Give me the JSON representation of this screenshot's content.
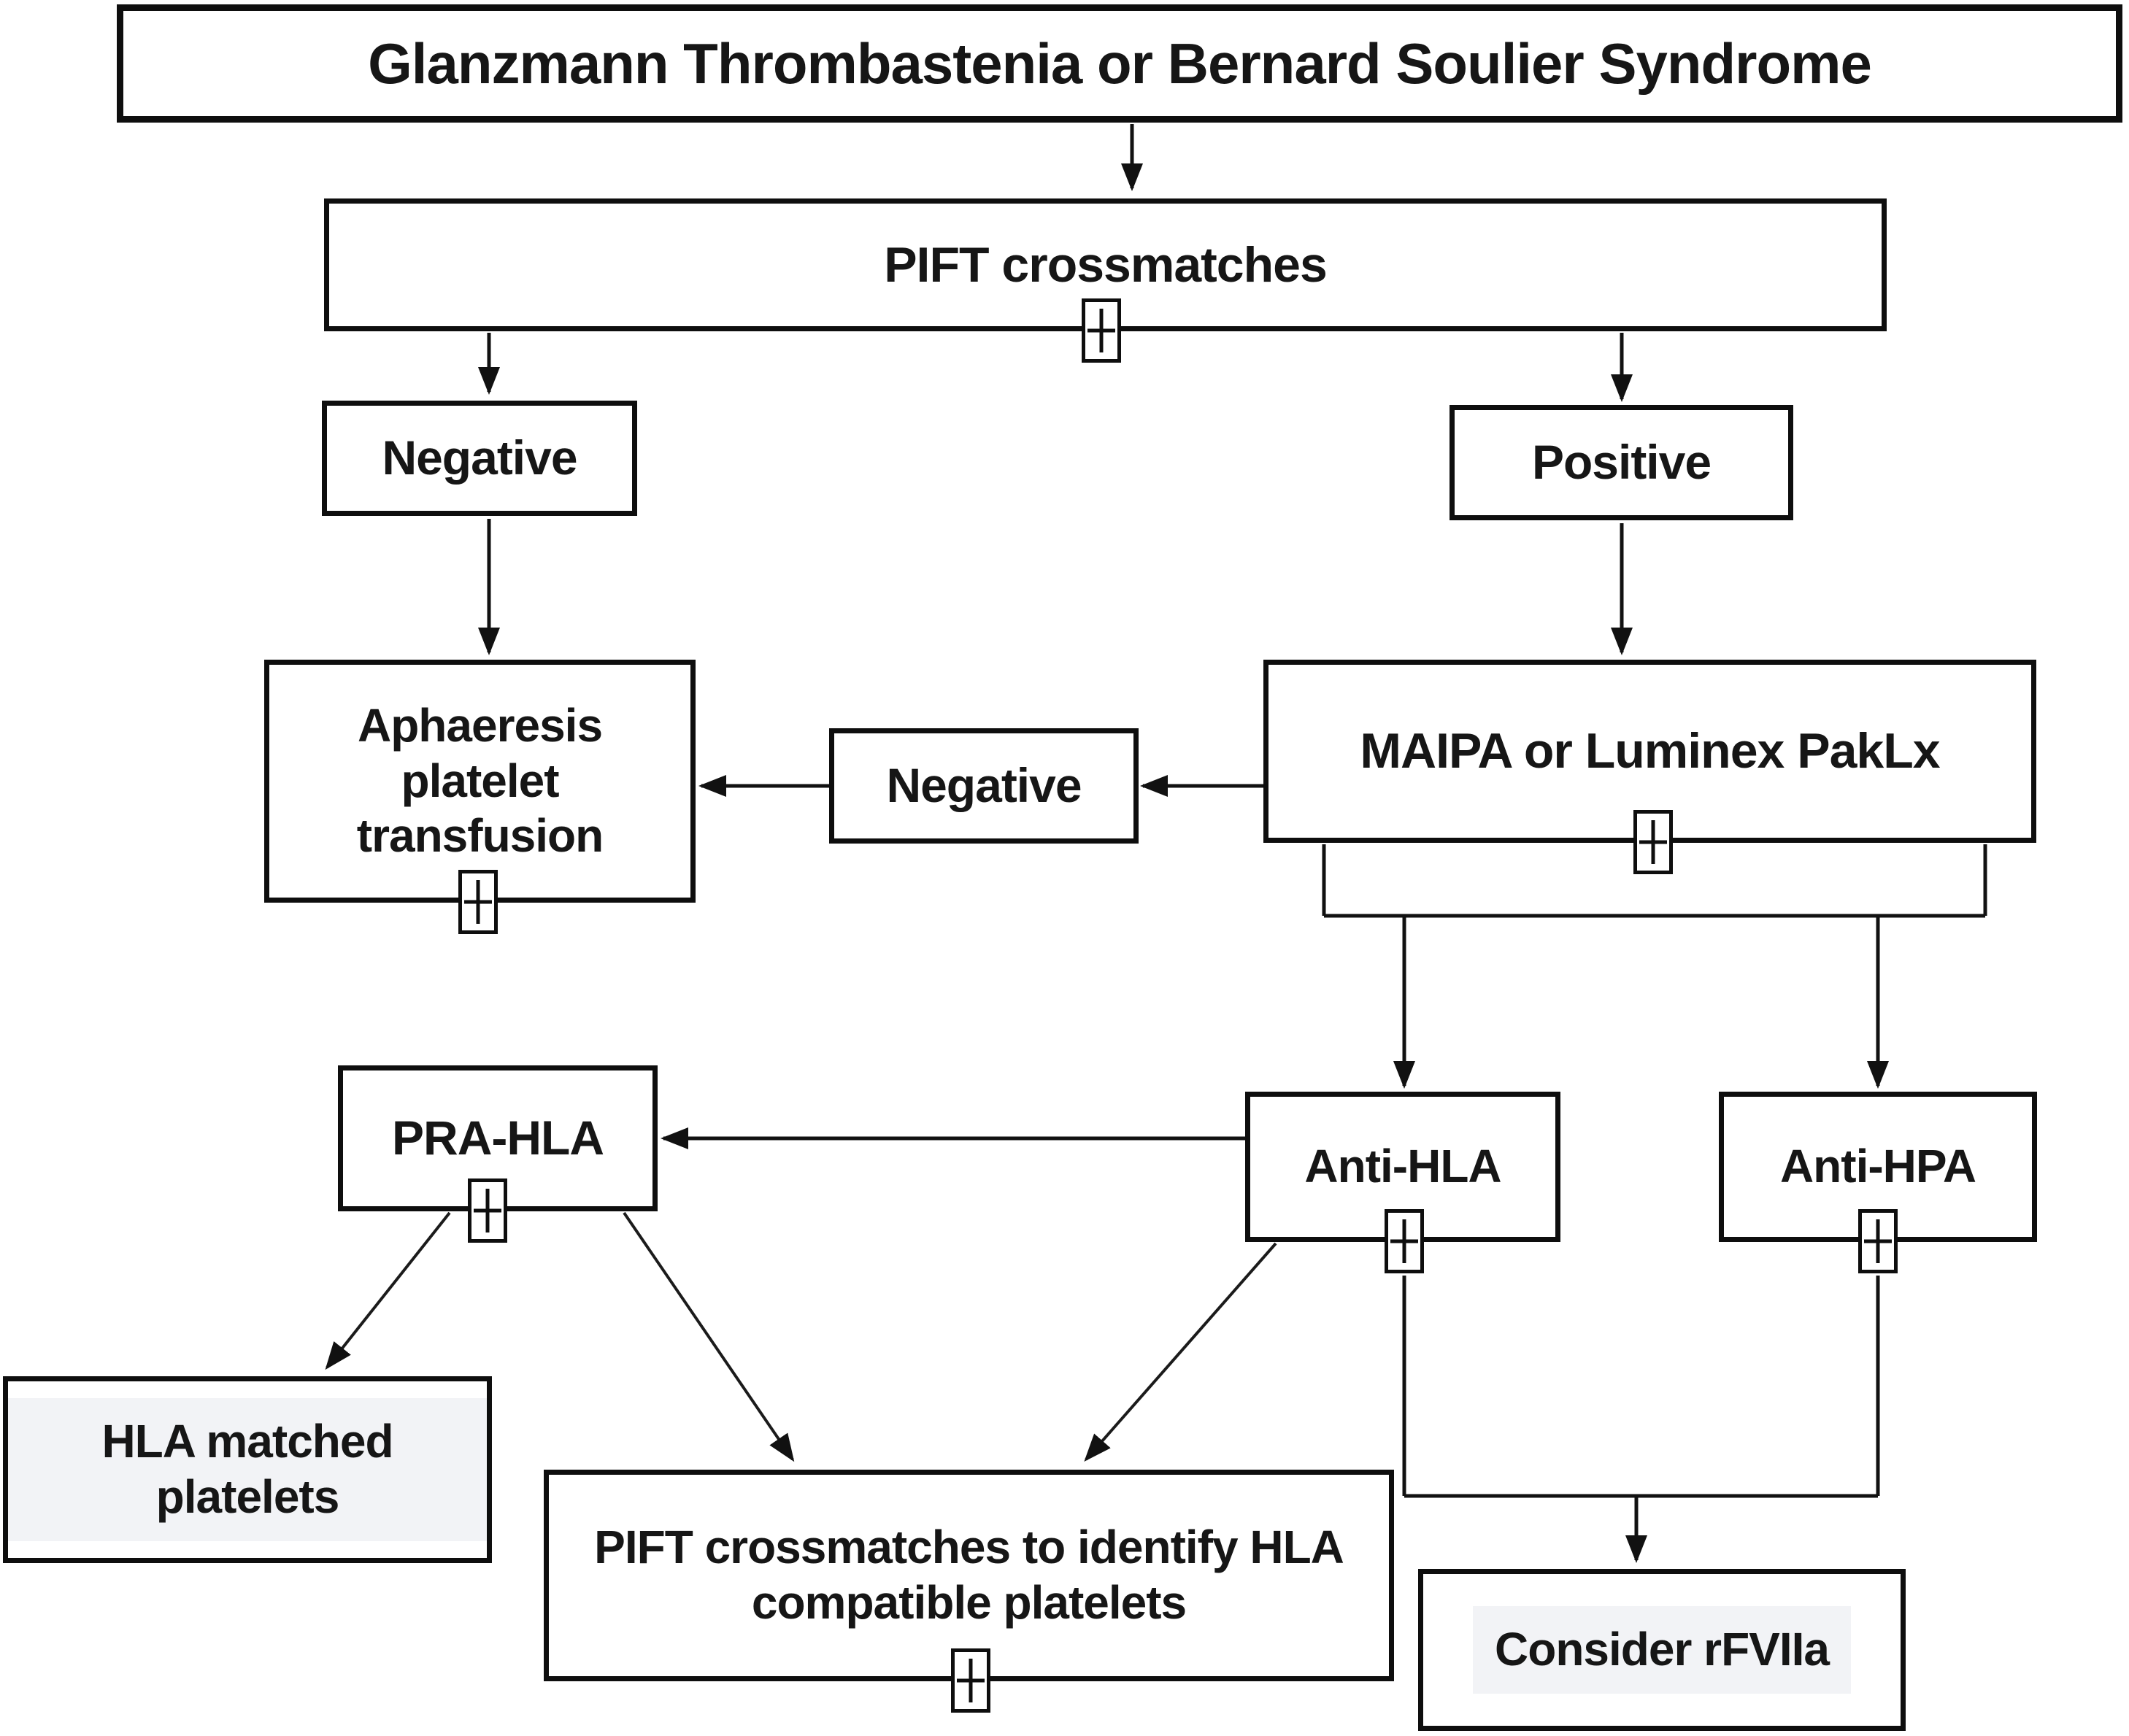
{
  "diagram": {
    "type": "flowchart",
    "colors": {
      "background": "#ffffff",
      "line": "#111111",
      "text": "#161616",
      "highlight": "#f2f3f6"
    },
    "nodes": {
      "title": {
        "label": "Glanzmann Thrombastenia or Bernard Soulier Syndrome",
        "has_expand_marker": false
      },
      "pift_crossmatches": {
        "label": "PIFT crossmatches",
        "has_expand_marker": true
      },
      "negative_left": {
        "label": "Negative",
        "has_expand_marker": false
      },
      "positive": {
        "label": "Positive",
        "has_expand_marker": false
      },
      "aphaeresis": {
        "label": "Aphaeresis platelet transfusion",
        "has_expand_marker": true
      },
      "negative_mid": {
        "label": "Negative",
        "has_expand_marker": false
      },
      "maipa": {
        "label": "MAIPA or Luminex PakLx",
        "has_expand_marker": true
      },
      "pra_hla": {
        "label": "PRA-HLA",
        "has_expand_marker": true
      },
      "anti_hla": {
        "label": "Anti-HLA",
        "has_expand_marker": true
      },
      "anti_hpa": {
        "label": "Anti-HPA",
        "has_expand_marker": true
      },
      "hla_matched": {
        "label": "HLA matched platelets",
        "has_expand_marker": false
      },
      "pift_identify": {
        "label": "PIFT crossmatches to identify HLA compatible platelets",
        "has_expand_marker": true
      },
      "consider_rfviia": {
        "label": "Consider rFVIIa",
        "has_expand_marker": false
      }
    },
    "edges": [
      {
        "from": "title",
        "to": "pift_crossmatches"
      },
      {
        "from": "pift_crossmatches",
        "to": "negative_left"
      },
      {
        "from": "pift_crossmatches",
        "to": "positive"
      },
      {
        "from": "negative_left",
        "to": "aphaeresis"
      },
      {
        "from": "positive",
        "to": "maipa"
      },
      {
        "from": "maipa",
        "to": "negative_mid"
      },
      {
        "from": "negative_mid",
        "to": "aphaeresis"
      },
      {
        "from": "maipa",
        "to": "anti_hla"
      },
      {
        "from": "maipa",
        "to": "anti_hpa"
      },
      {
        "from": "anti_hla",
        "to": "pra_hla"
      },
      {
        "from": "pra_hla",
        "to": "hla_matched"
      },
      {
        "from": "pra_hla",
        "to": "pift_identify"
      },
      {
        "from": "anti_hla",
        "to": "pift_identify"
      },
      {
        "from": "anti_hla",
        "to": "consider_rfviia"
      },
      {
        "from": "anti_hpa",
        "to": "consider_rfviia"
      }
    ]
  }
}
